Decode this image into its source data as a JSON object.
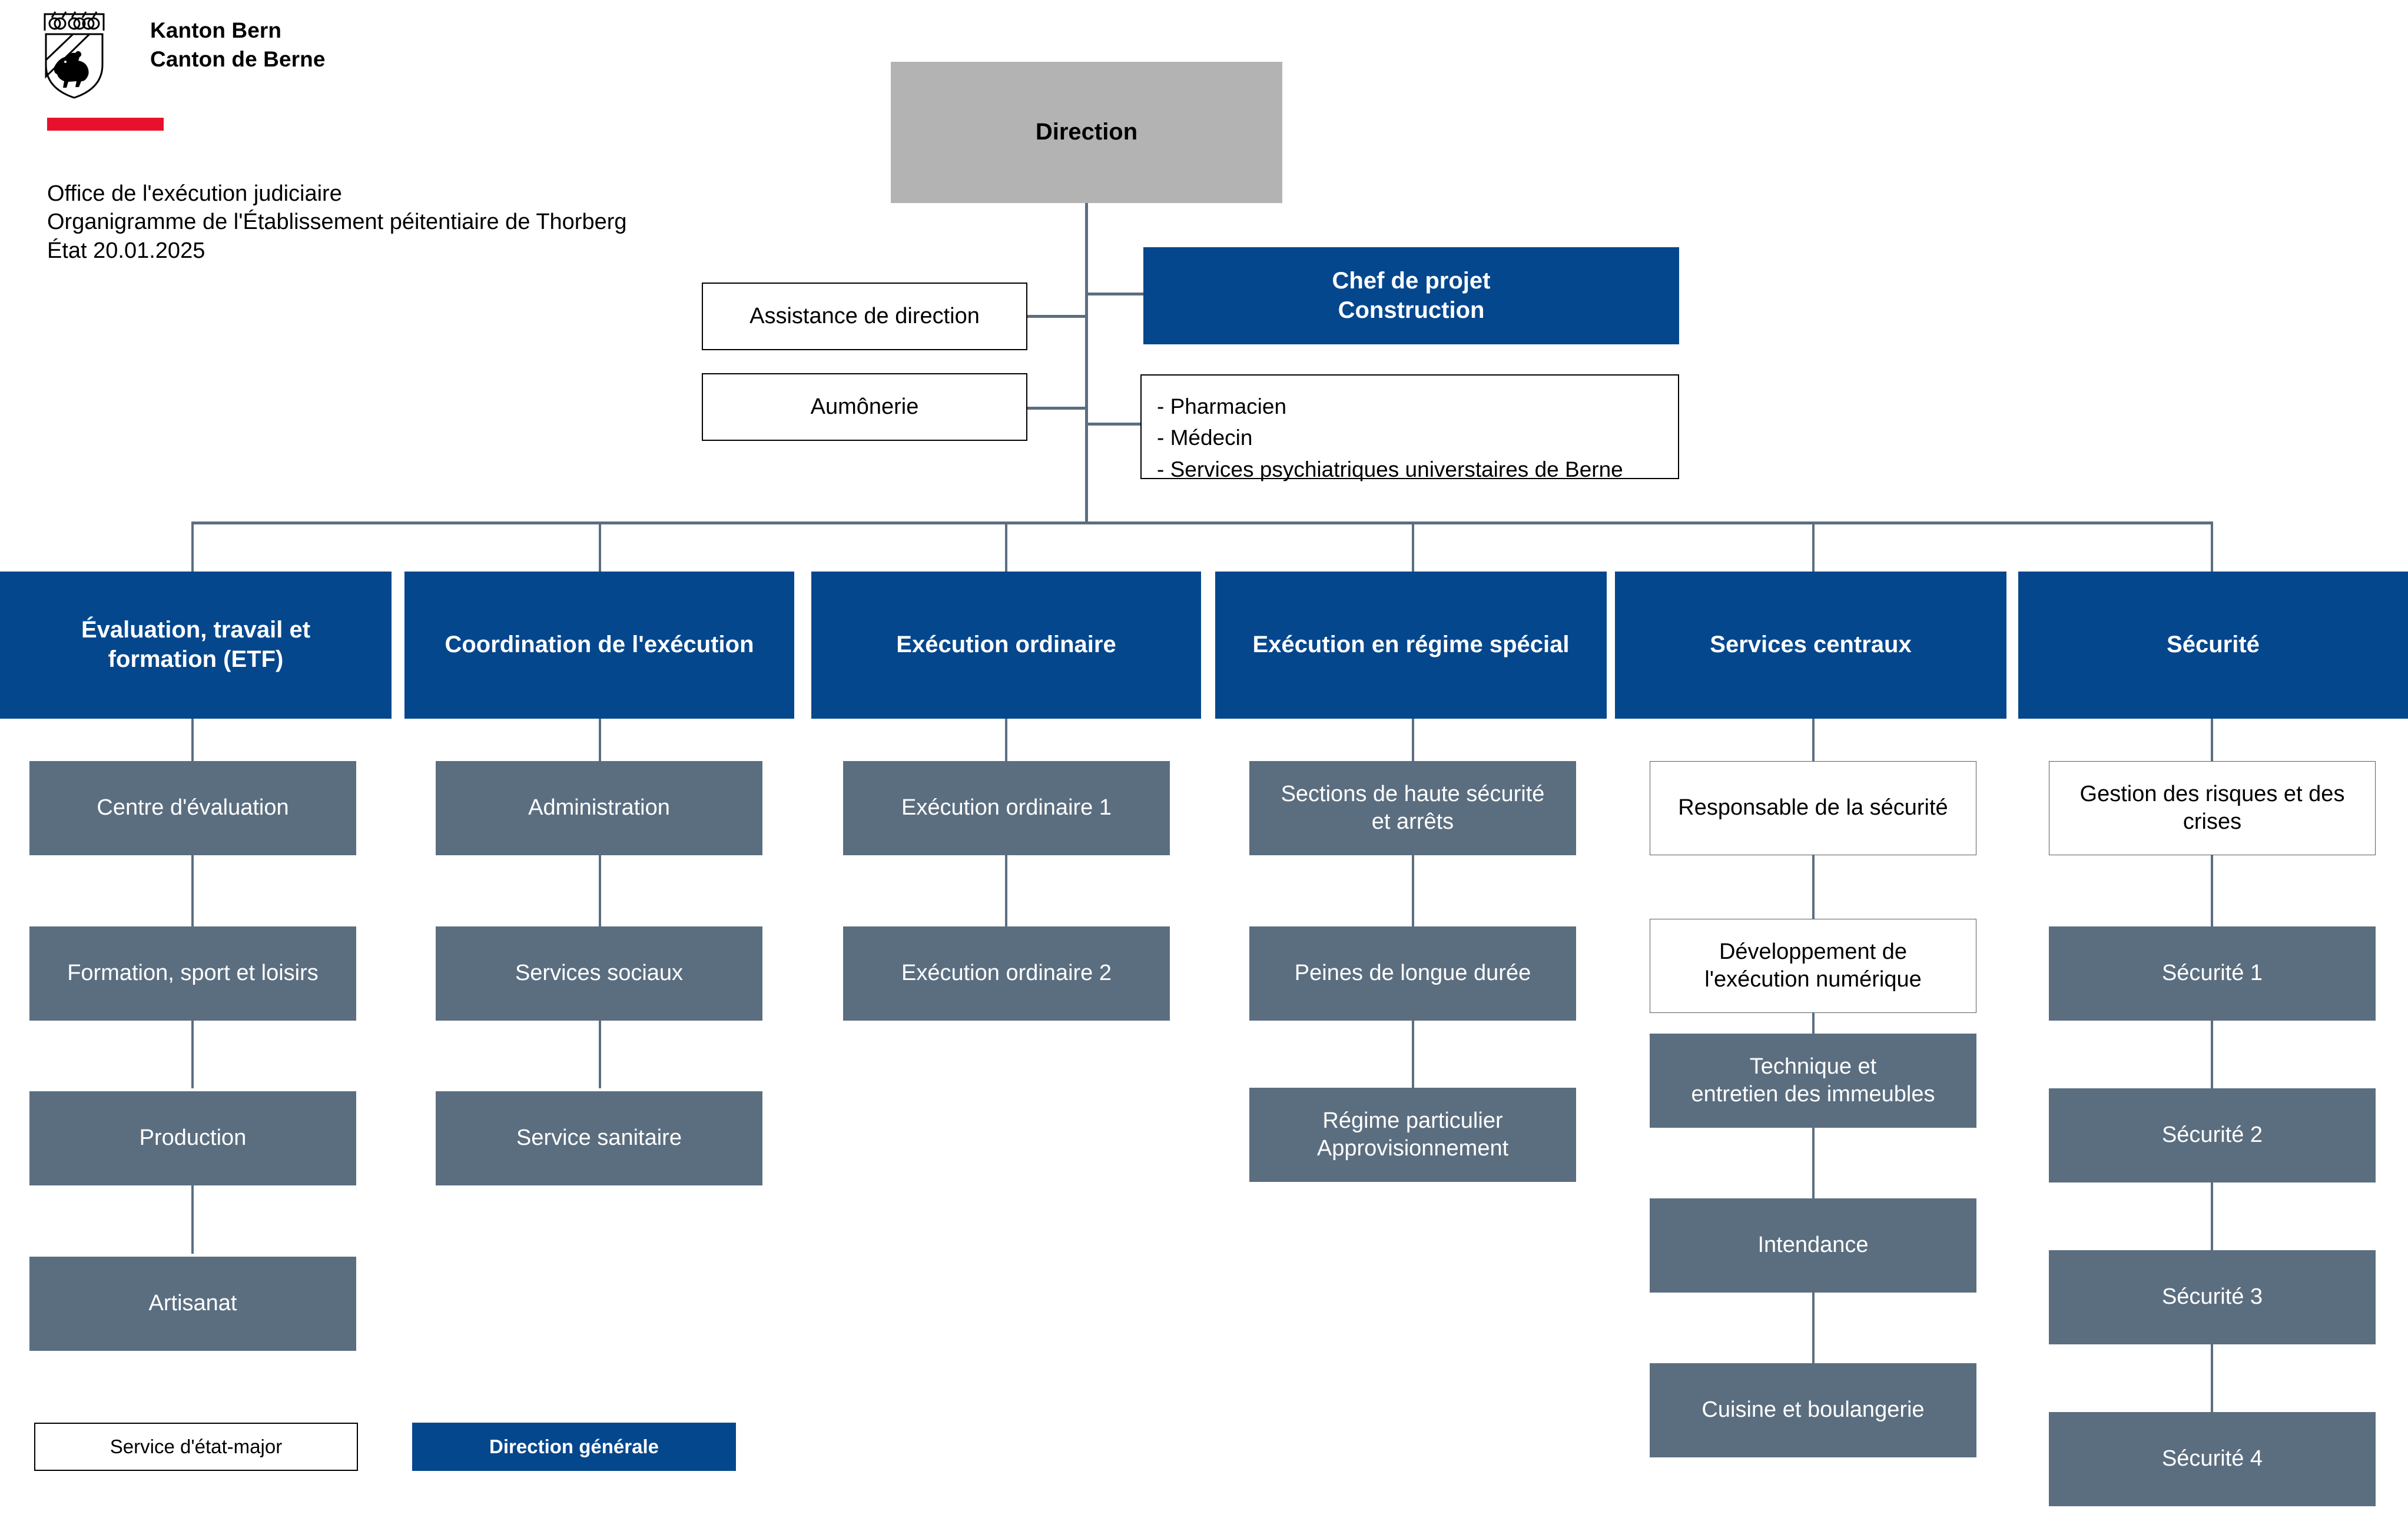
{
  "header": {
    "canton_line1": "Kanton Bern",
    "canton_line2": "Canton de Berne",
    "subtitle_line1": "Office de l'exécution judiciaire",
    "subtitle_line2": "Organigramme de l'Établissement péitentiaire de Thorberg",
    "subtitle_line3": "État 20.01.2025",
    "logo_icon": "bern-coat-of-arms-icon",
    "accent_color": "#E8112D"
  },
  "colors": {
    "top_box": "#B3B3B3",
    "division": "#04478D",
    "unit": "#5B6E80",
    "staff": "#FFFFFF",
    "connector": "#5B6E80"
  },
  "top": {
    "direction": "Direction",
    "assistance": "Assistance de direction",
    "chaplaincy": "Aumônerie",
    "project_lead_line1": "Chef de projet",
    "project_lead_line2": "Construction",
    "medical_list": "- Pharmacien\n- Médecin\n- Services psychiatriques universtaires de Berne"
  },
  "divisions": [
    {
      "title": "Évaluation, travail et\nformation (ETF)",
      "units": [
        {
          "label": "Centre d'évaluation",
          "style": "unit"
        },
        {
          "label": "Formation, sport et loisirs",
          "style": "unit"
        },
        {
          "label": "Production",
          "style": "unit"
        },
        {
          "label": "Artisanat",
          "style": "unit"
        }
      ]
    },
    {
      "title": "Coordination de l'exécution",
      "units": [
        {
          "label": "Administration",
          "style": "unit"
        },
        {
          "label": "Services sociaux",
          "style": "unit"
        },
        {
          "label": "Service sanitaire",
          "style": "unit"
        }
      ]
    },
    {
      "title": "Exécution ordinaire",
      "units": [
        {
          "label": "Exécution ordinaire 1",
          "style": "unit"
        },
        {
          "label": "Exécution ordinaire 2",
          "style": "unit"
        }
      ]
    },
    {
      "title": "Exécution en régime spécial",
      "units": [
        {
          "label": "Sections de haute sécurité\net arrêts",
          "style": "unit"
        },
        {
          "label": "Peines de longue durée",
          "style": "unit"
        },
        {
          "label": "Régime particulier\nApprovisionnement",
          "style": "unit"
        }
      ]
    },
    {
      "title": "Services centraux",
      "units": [
        {
          "label": "Responsable de la sécurité",
          "style": "staff"
        },
        {
          "label": "Développement de\nl'exécution numérique",
          "style": "staff"
        },
        {
          "label": "Technique et\nentretien des immeubles",
          "style": "unit"
        },
        {
          "label": "Intendance",
          "style": "unit"
        },
        {
          "label": "Cuisine et boulangerie",
          "style": "unit"
        }
      ]
    },
    {
      "title": "Sécurité",
      "units": [
        {
          "label": "Gestion des risques et des\ncrises",
          "style": "staff"
        },
        {
          "label": "Sécurité 1",
          "style": "unit"
        },
        {
          "label": "Sécurité 2",
          "style": "unit"
        },
        {
          "label": "Sécurité 3",
          "style": "unit"
        },
        {
          "label": "Sécurité 4",
          "style": "unit"
        }
      ]
    }
  ],
  "legend": {
    "staff_label": "Service d'état-major",
    "division_label": "Direction générale"
  }
}
